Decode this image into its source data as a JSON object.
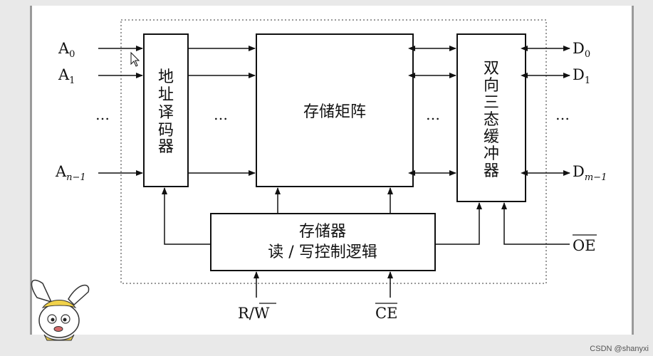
{
  "blocks": {
    "decoder": "地址译码器",
    "matrix": "存储矩阵",
    "buffer": "双向三态缓冲器",
    "control_line1": "存储器",
    "control_line2": "读 / 写控制逻辑"
  },
  "inputs": {
    "a0_main": "A",
    "a0_sub": "0",
    "a1_main": "A",
    "a1_sub": "1",
    "an_main": "A",
    "an_sub": "n−1"
  },
  "outputs": {
    "d0_main": "D",
    "d0_sub": "0",
    "d1_main": "D",
    "d1_sub": "1",
    "dm_main": "D",
    "dm_sub": "m−1"
  },
  "signals": {
    "rw_r": "R/",
    "rw_w": "W",
    "ce": "CE",
    "oe": "OE"
  },
  "ellipsis": "…",
  "watermark": "CSDN @shanyxi"
}
